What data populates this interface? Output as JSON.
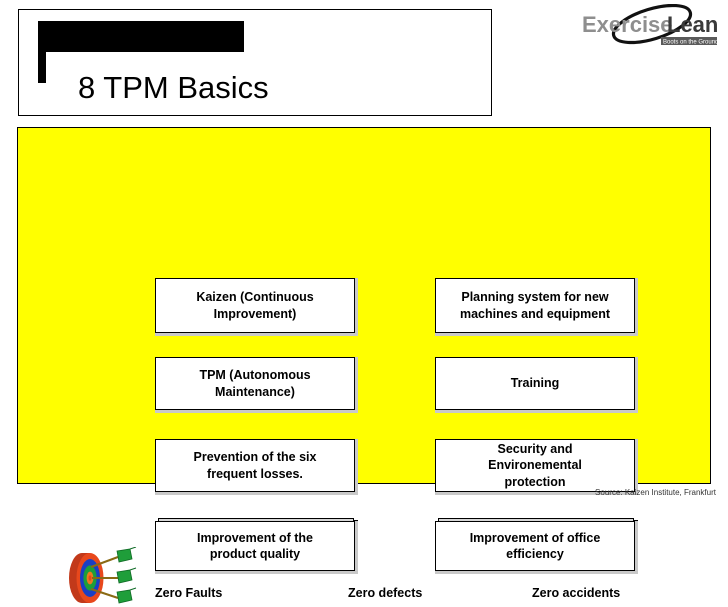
{
  "slide": {
    "title": "8 TPM Basics",
    "background_color": "#ffffff",
    "panel_color": "#ffff00",
    "accent_color": "#000000"
  },
  "logo": {
    "name": "ExerciseLean",
    "word_part_1": "Exercise",
    "word_part_2": "Lean",
    "tagline": "Boots on the Ground"
  },
  "boxes": [
    {
      "id": "kaizen",
      "line1": "Kaizen (Continuous",
      "line2": "Improvement)",
      "line3": ""
    },
    {
      "id": "planning-system",
      "line1": "Planning system for new",
      "line2": "machines and equipment",
      "line3": ""
    },
    {
      "id": "tpm-autonomous",
      "line1": "TPM (Autonomous",
      "line2": "Maintenance)",
      "line3": ""
    },
    {
      "id": "training",
      "line1": "Training",
      "line2": "",
      "line3": ""
    },
    {
      "id": "prevention",
      "line1": "Prevention of the six",
      "line2": "frequent losses.",
      "line3": ""
    },
    {
      "id": "security",
      "line1": "Security and",
      "line2": "Environemental",
      "line3": "protection"
    },
    {
      "id": "product-quality",
      "line1": "Improvement of the",
      "line2": "product quality",
      "line3": ""
    },
    {
      "id": "office-efficiency",
      "line1": "Improvement of office",
      "line2": "efficiency",
      "line3": ""
    }
  ],
  "goals": {
    "zero_faults": "Zero Faults",
    "zero_defects": "Zero defects",
    "zero_accidents": "Zero accidents"
  },
  "target_icon": {
    "name": "target-dartboard-icon",
    "ring_colors": [
      "#e8481c",
      "#1a3fc4",
      "#1f9e3a",
      "#f07a1b",
      "#e8481c"
    ],
    "dart_color": "#1f9e3a",
    "dart_count": 3
  },
  "source": {
    "text": "Source: Kaizen Institute, Frankfurt"
  }
}
